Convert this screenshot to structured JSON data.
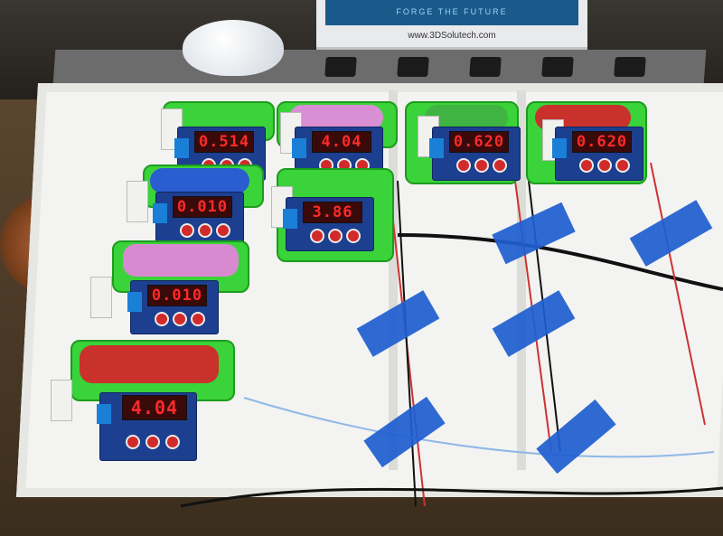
{
  "monitor": {
    "tagline": "FORGE THE FUTURE",
    "url": "www.3DSolutech.com"
  },
  "chargers": [
    {
      "reading": "0.514",
      "cell_color": "#7a7a7a"
    },
    {
      "reading": "4.04",
      "cell_color": "#d98fd3"
    },
    {
      "reading": "0.620",
      "cell_color": "#3fb443"
    },
    {
      "reading": "0.620",
      "cell_color": "#c8322b"
    },
    {
      "reading": "0.010",
      "cell_color": "#2a5ed0"
    },
    {
      "reading": "3.86",
      "cell_color": "#7a7a7a"
    },
    {
      "reading": "0.010",
      "cell_color": "#d78ad0"
    },
    {
      "reading": "4.04",
      "cell_color": "#c8322b"
    }
  ],
  "colors": {
    "bay_green": "#3ad33a",
    "tape_blue": "#1f5fd1",
    "pcb_blue": "#1d3f8f",
    "led_red": "#ff2a2a"
  }
}
